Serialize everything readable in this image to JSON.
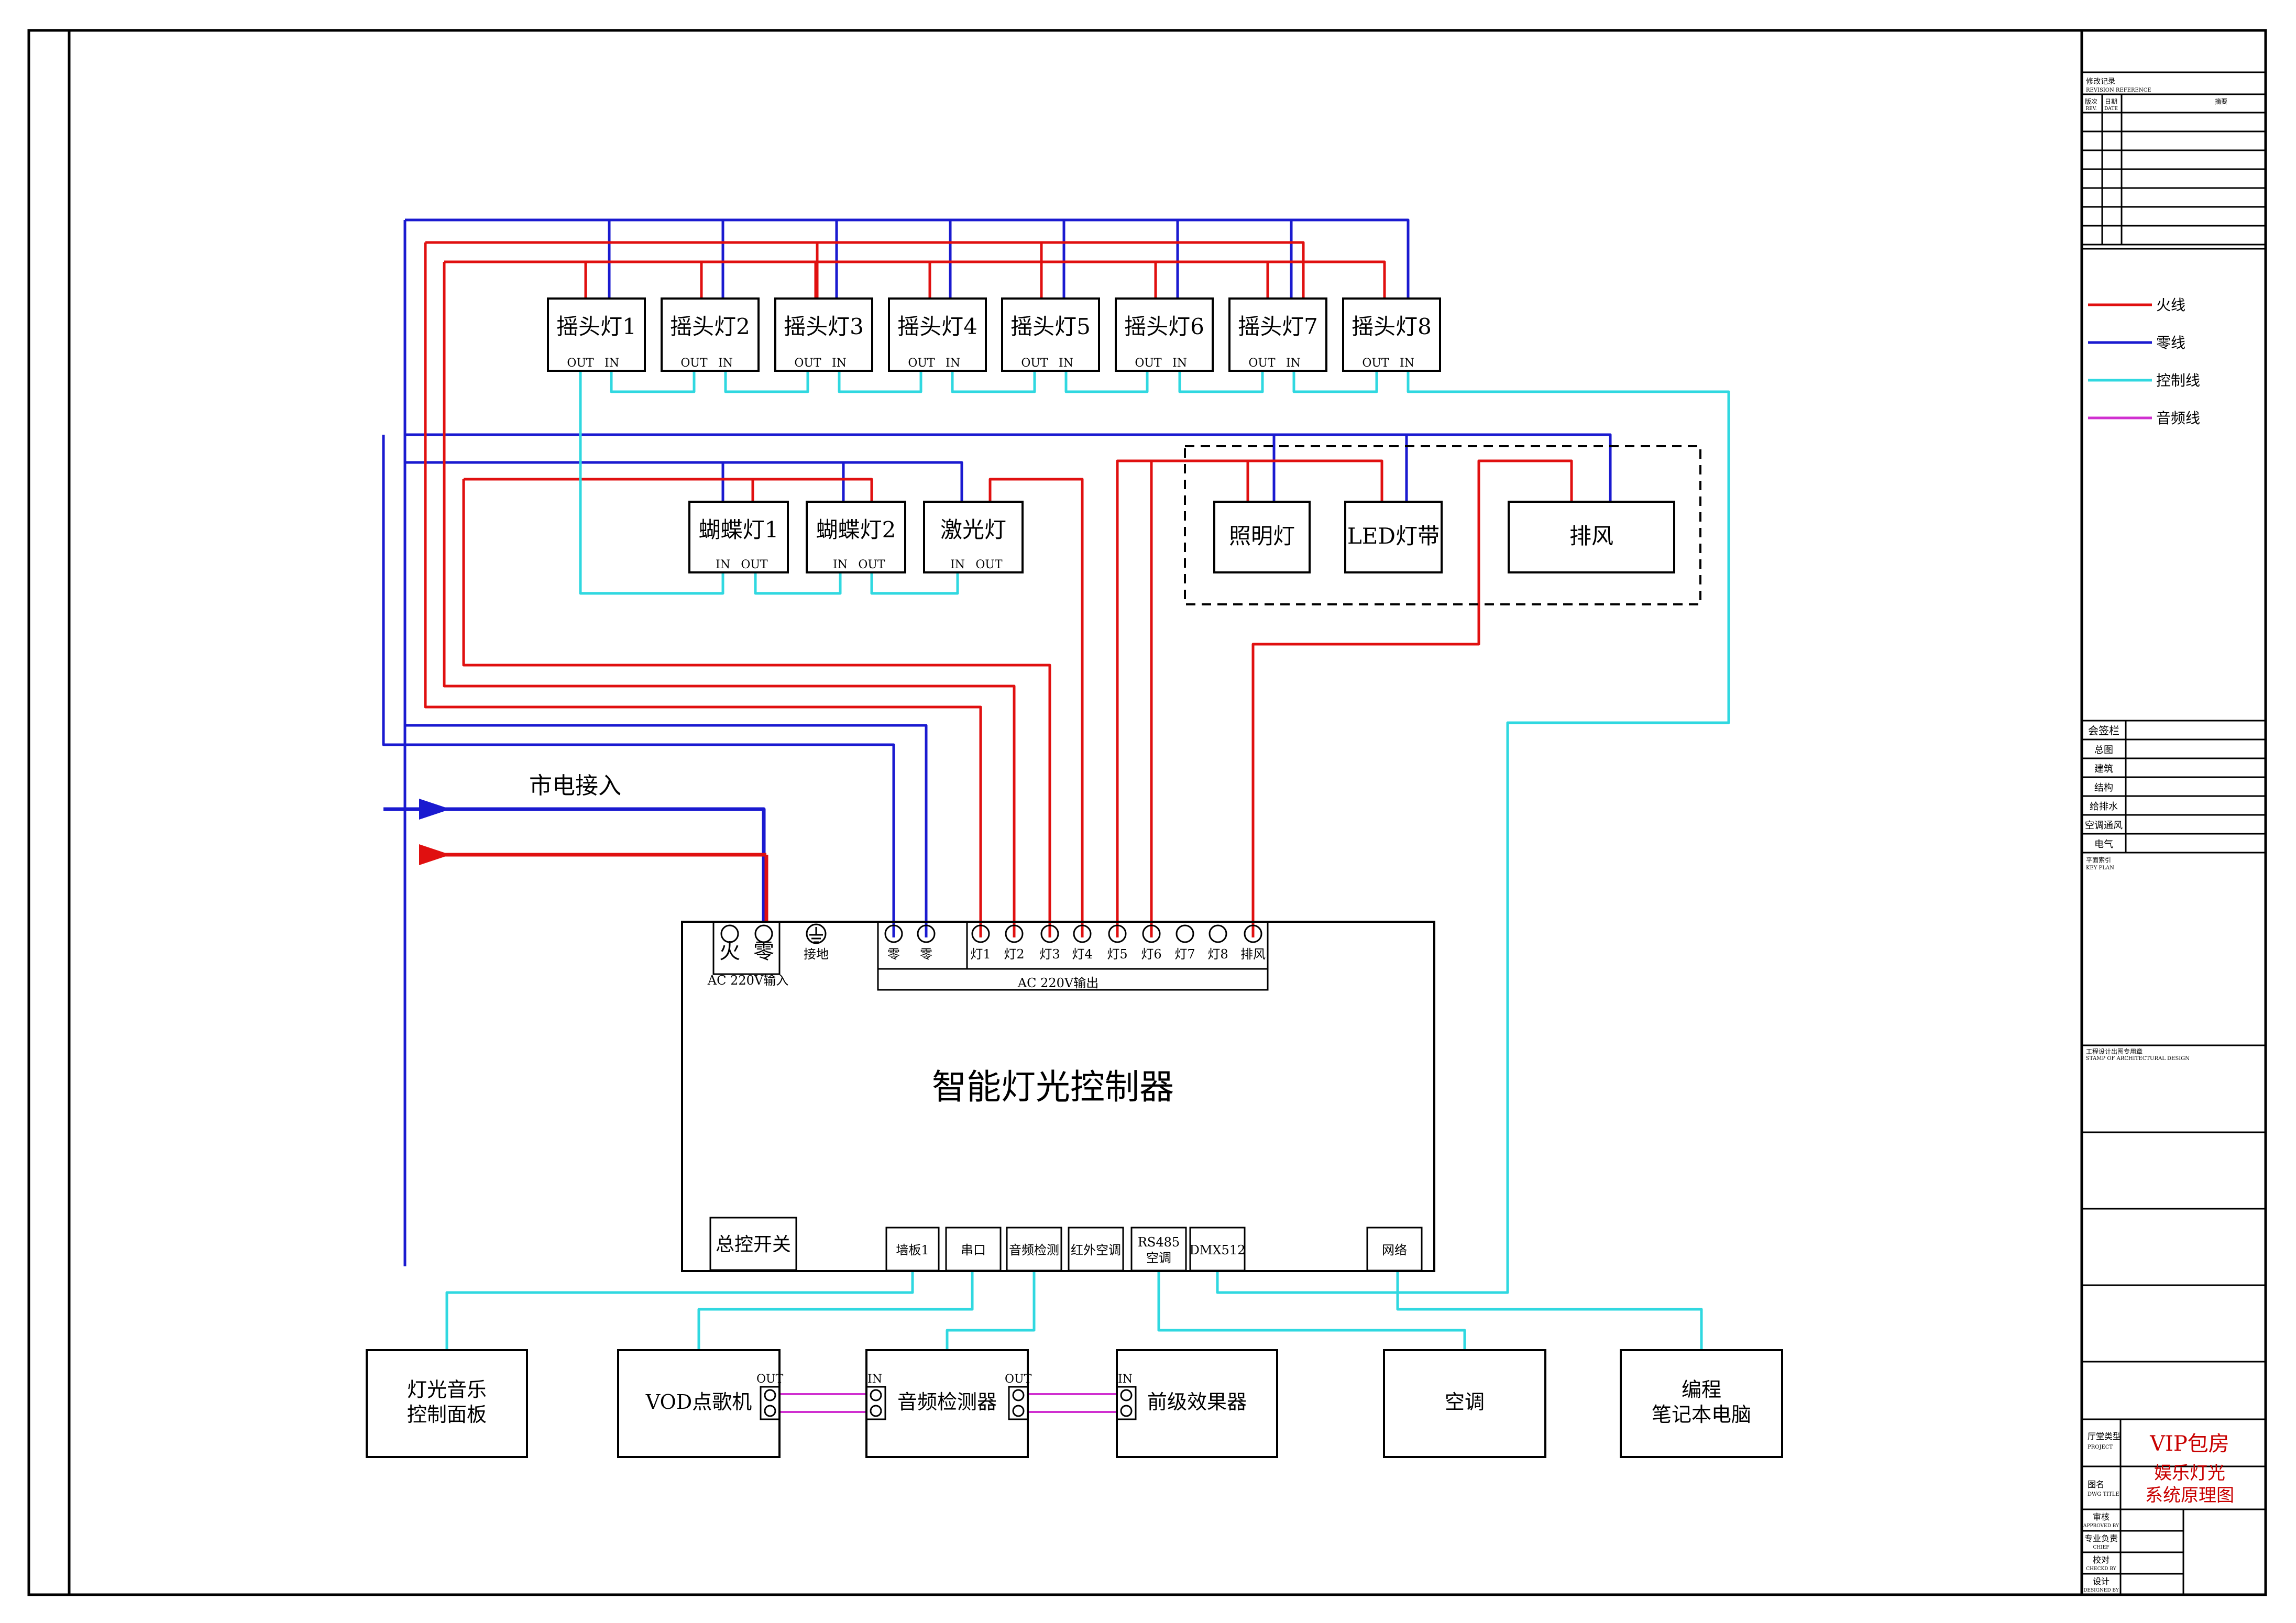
{
  "colors": {
    "live": "#e01010",
    "neutral": "#1a1ad0",
    "control": "#30d8e0",
    "audio": "#d030d0",
    "dashed": "#000000"
  },
  "moving_lights": [
    {
      "name": "摇头灯1",
      "out": "OUT",
      "in": "IN"
    },
    {
      "name": "摇头灯2",
      "out": "OUT",
      "in": "IN"
    },
    {
      "name": "摇头灯3",
      "out": "OUT",
      "in": "IN"
    },
    {
      "name": "摇头灯4",
      "out": "OUT",
      "in": "IN"
    },
    {
      "name": "摇头灯5",
      "out": "OUT",
      "in": "IN"
    },
    {
      "name": "摇头灯6",
      "out": "OUT",
      "in": "IN"
    },
    {
      "name": "摇头灯7",
      "out": "OUT",
      "in": "IN"
    },
    {
      "name": "摇头灯8",
      "out": "OUT",
      "in": "IN"
    }
  ],
  "effect_lights": [
    {
      "name": "蝴蝶灯1",
      "in": "IN",
      "out": "OUT"
    },
    {
      "name": "蝴蝶灯2",
      "in": "IN",
      "out": "OUT"
    },
    {
      "name": "激光灯",
      "in": "IN",
      "out": "OUT"
    }
  ],
  "room_loads": [
    "照明灯",
    "LED灯带",
    "排风"
  ],
  "mains_label": "市电接入",
  "controller": {
    "title": "智能灯光控制器",
    "input_terms": [
      "火",
      "零"
    ],
    "input_caption": "AC 220V输入",
    "ground": "接地",
    "neutral_terms": [
      "零",
      "零"
    ],
    "output_terms": [
      "灯1",
      "灯2",
      "灯3",
      "灯4",
      "灯5",
      "灯6",
      "灯7",
      "灯8",
      "排风"
    ],
    "output_caption": "AC 220V输出",
    "master_switch": "总控开关",
    "ports": [
      "墙板1",
      "串口",
      "音频检测",
      "红外空调",
      "RS485\n空调",
      "DMX512",
      "网络"
    ]
  },
  "devices": [
    {
      "name": "灯光音乐\n控制面板"
    },
    {
      "name": "VOD点歌机",
      "out": "OUT"
    },
    {
      "name": "音频检测器",
      "in": "IN",
      "out": "OUT"
    },
    {
      "name": "前级效果器",
      "in": "IN"
    },
    {
      "name": "空调"
    },
    {
      "name": "编程\n笔记本电脑"
    }
  ],
  "title_block": {
    "revision": "修改记录",
    "revision_en": "REVISION REFERENCE",
    "rev_cols": [
      "版次",
      "日期",
      "摘要"
    ],
    "rev_cols_en": [
      "REV.",
      "DATE"
    ],
    "legend": [
      {
        "label": "火线",
        "color": "#e01010"
      },
      {
        "label": "零线",
        "color": "#1a1ad0"
      },
      {
        "label": "控制线",
        "color": "#30d8e0"
      },
      {
        "label": "音频线",
        "color": "#d030d0"
      }
    ],
    "sign_header": "会签栏",
    "sign_rows": [
      "总图",
      "建筑",
      "结构",
      "给排水",
      "空调通风",
      "电气"
    ],
    "key_plan": "平面索引",
    "key_plan_en": "KEY PLAN",
    "stamp": "工程设计出图专用章",
    "stamp_en": "STAMP OF ARCHITECTURAL DESIGN",
    "project_label": "厅堂类型",
    "project_label_en": "PROJECT",
    "project": "VIP包房",
    "drawing_label": "图名",
    "drawing_label_en": "DWG TITLE",
    "drawing": "娱乐灯光\n系统原理图",
    "roles": [
      {
        "cn": "审核",
        "en": "APPROVED BY"
      },
      {
        "cn": "专业负责",
        "en": "CHIEF"
      },
      {
        "cn": "校对",
        "en": "CHECKD BY"
      },
      {
        "cn": "设计",
        "en": "DESIGNED BY"
      }
    ]
  }
}
